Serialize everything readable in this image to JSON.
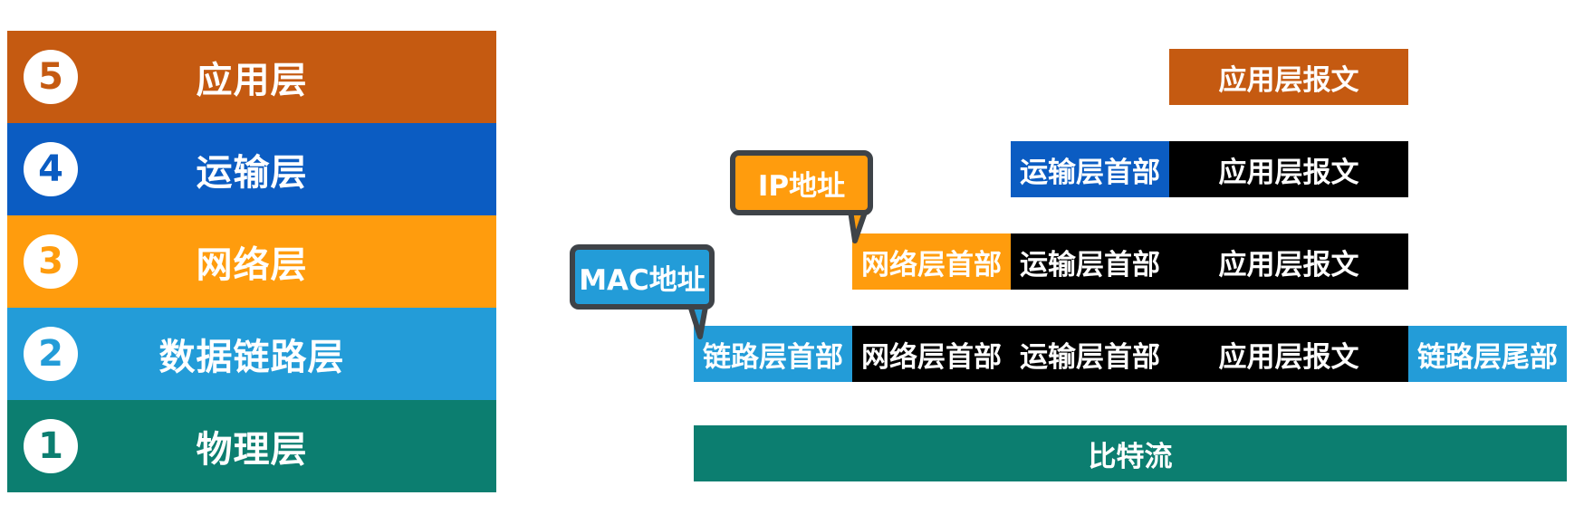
{
  "colors": {
    "application": "#c55a11",
    "transport": "#0b5cc2",
    "network": "#ff9c0d",
    "datalink": "#239cd8",
    "physical": "#0c7e70",
    "black": "#000000",
    "bubble_border": "#3e4348"
  },
  "layers": [
    {
      "num": "5",
      "name": "应用层"
    },
    {
      "num": "4",
      "name": "运输层"
    },
    {
      "num": "3",
      "name": "网络层"
    },
    {
      "num": "2",
      "name": "数据链路层"
    },
    {
      "num": "1",
      "name": "物理层"
    }
  ],
  "encapsulation": {
    "row_application": {
      "app_msg": "应用层报文"
    },
    "row_transport": {
      "transport_header": "运输层首部",
      "app_msg": "应用层报文"
    },
    "row_network": {
      "network_header": "网络层首部",
      "transport_header": "运输层首部",
      "app_msg": "应用层报文"
    },
    "row_datalink": {
      "link_header": "链路层首部",
      "network_header": "网络层首部",
      "transport_header": "运输层首部",
      "app_msg": "应用层报文",
      "link_trailer": "链路层尾部"
    },
    "row_physical": {
      "bitstream": "比特流"
    }
  },
  "callouts": {
    "ip": "IP地址",
    "mac": "MAC地址"
  }
}
